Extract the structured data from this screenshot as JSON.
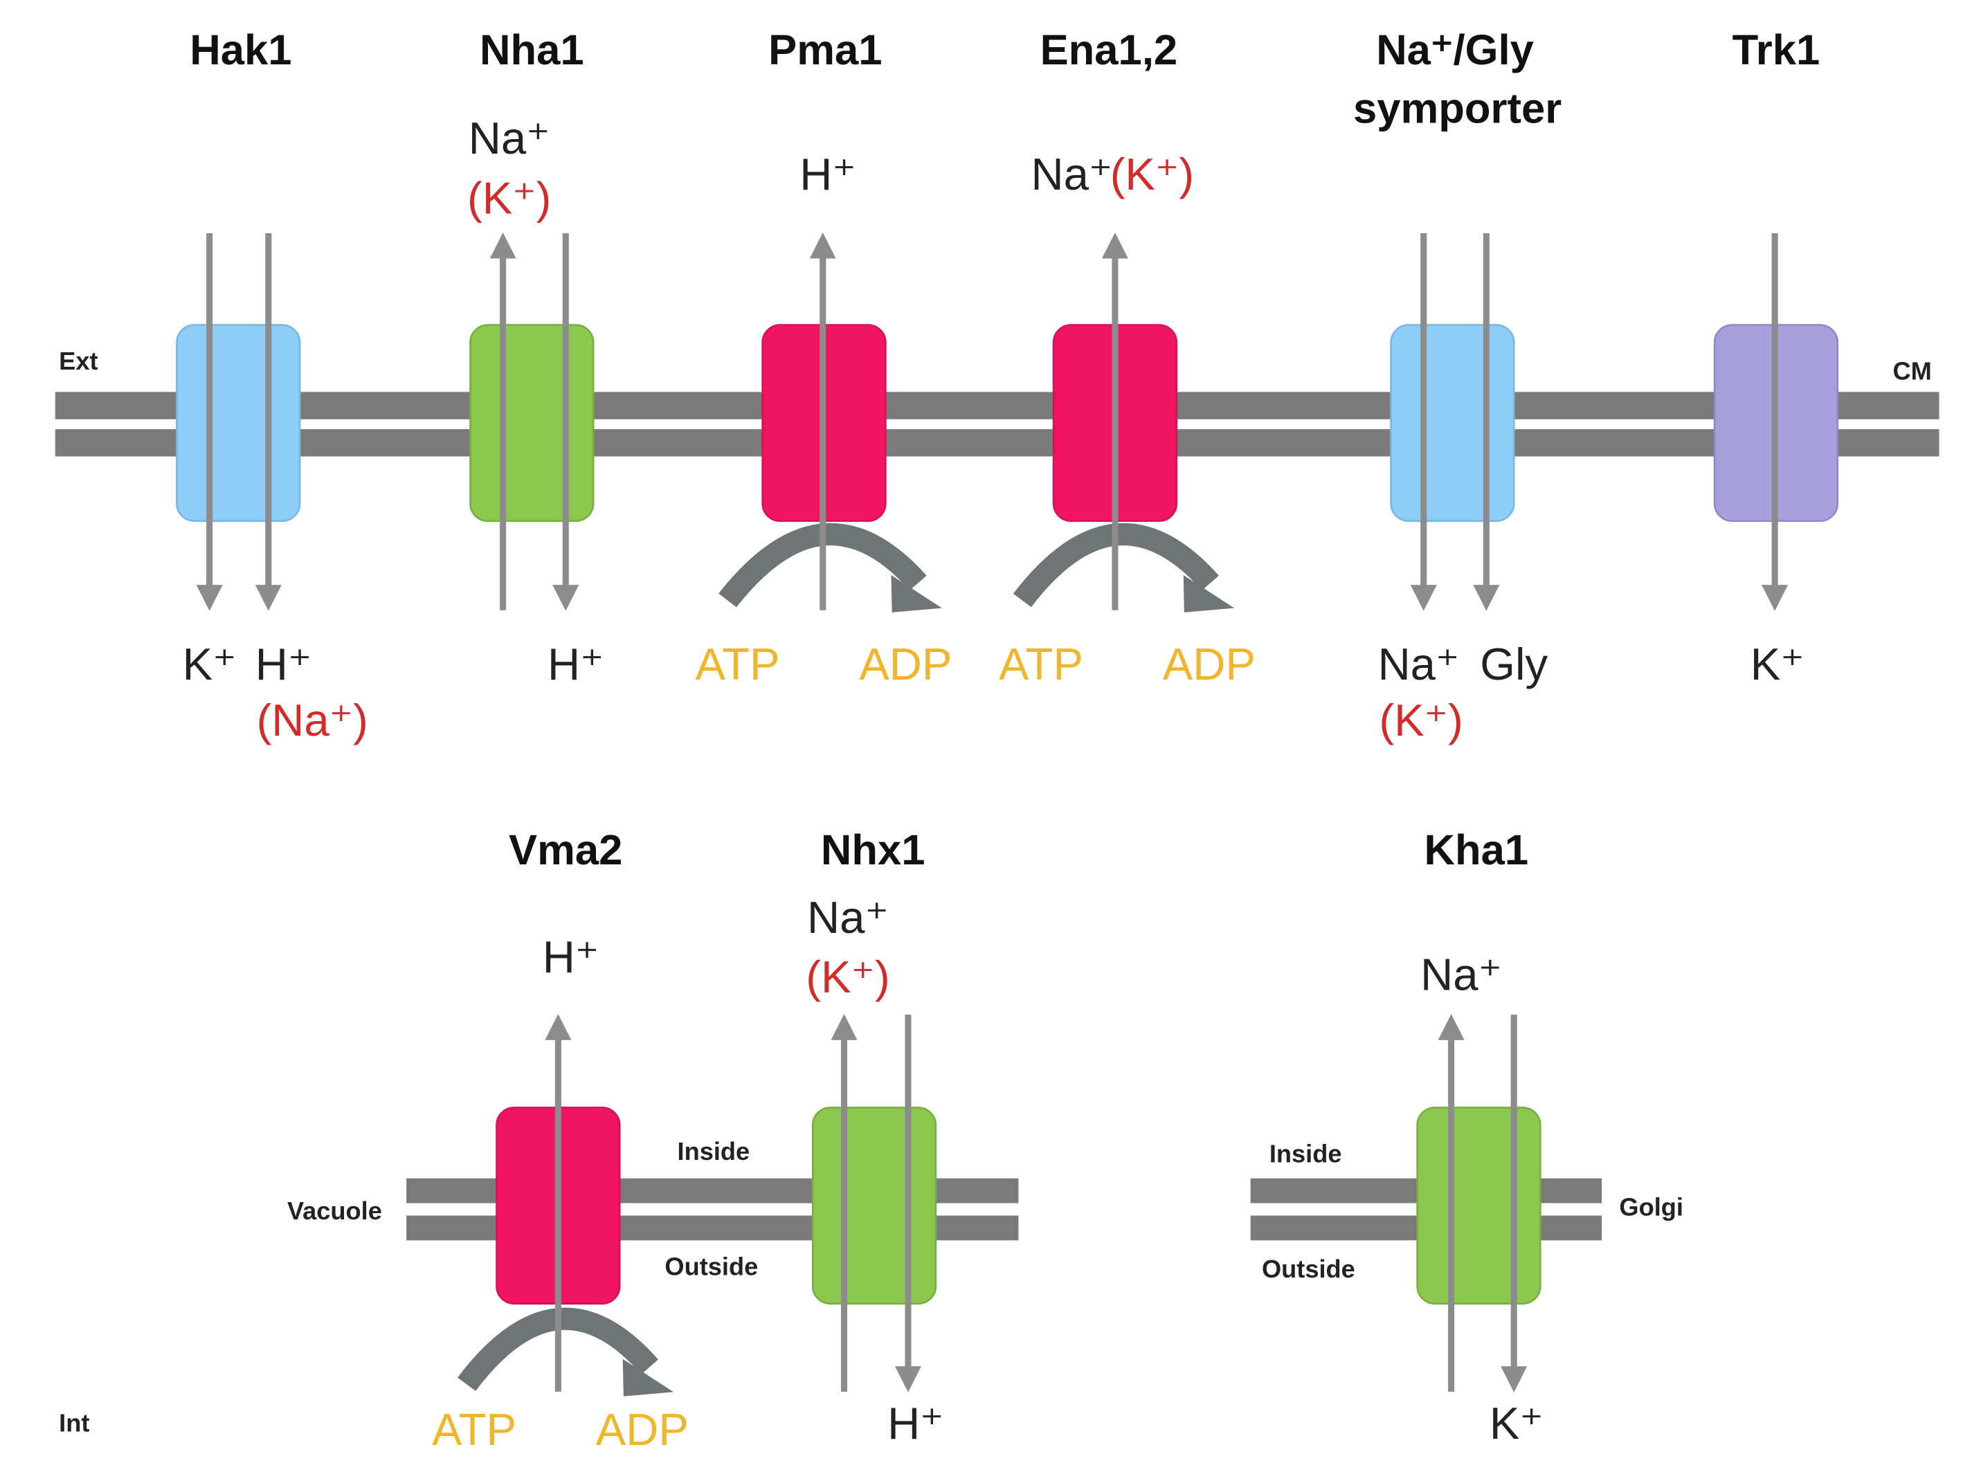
{
  "colors": {
    "membrane": "#7a7a7a",
    "arrow": "#8c8c8c",
    "atp_arrow": "#6f7574",
    "text": "#222222",
    "alt_ion": "#d42a2a",
    "energy": "#f0b52a",
    "cyan_transporter": "#8ecdf7",
    "green_transporter": "#8cc850",
    "magenta_transporter": "#f01463",
    "purple_transporter": "#a8a0dc"
  },
  "compartments": {
    "ext": "Ext",
    "int": "Int",
    "cm": "CM",
    "vacuole": "Vacuole",
    "golgi": "Golgi",
    "vacuole_inside": "Inside",
    "vacuole_outside": "Outside",
    "golgi_inside": "Inside",
    "golgi_outside": "Outside"
  },
  "transporters": {
    "hak1": {
      "name": "Hak1",
      "color": "cyan",
      "ions_bottom": [
        "K⁺",
        "H⁺"
      ],
      "alt_bottom": "(Na⁺)"
    },
    "nha1": {
      "name": "Nha1",
      "color": "green",
      "ion_top": "Na⁺",
      "alt_top": "(K⁺)",
      "ion_bottom": "H⁺"
    },
    "pma1": {
      "name": "Pma1",
      "color": "magenta",
      "ion_top": "H⁺",
      "atp": "ATP",
      "adp": "ADP"
    },
    "ena12": {
      "name": "Ena1,2",
      "color": "magenta",
      "ion_top": "Na⁺",
      "alt_top": "(K⁺)",
      "atp": "ATP",
      "adp": "ADP"
    },
    "na_gly": {
      "name_line1": "Na⁺/Gly",
      "name_line2": "symporter",
      "color": "cyan",
      "ions_bottom": [
        "Na⁺",
        "Gly"
      ],
      "alt_bottom": "(K⁺)"
    },
    "trk1": {
      "name": "Trk1",
      "color": "purple",
      "ion_bottom": "K⁺"
    },
    "vma2": {
      "name": "Vma2",
      "color": "magenta",
      "ion_top": "H⁺",
      "atp": "ATP",
      "adp": "ADP"
    },
    "nhx1": {
      "name": "Nhx1",
      "color": "green",
      "ion_top": "Na⁺",
      "alt_top": "(K⁺)",
      "ion_bottom": "H⁺"
    },
    "kha1": {
      "name": "Kha1",
      "color": "green",
      "ion_top": "Na⁺",
      "ion_bottom": "K⁺"
    }
  }
}
